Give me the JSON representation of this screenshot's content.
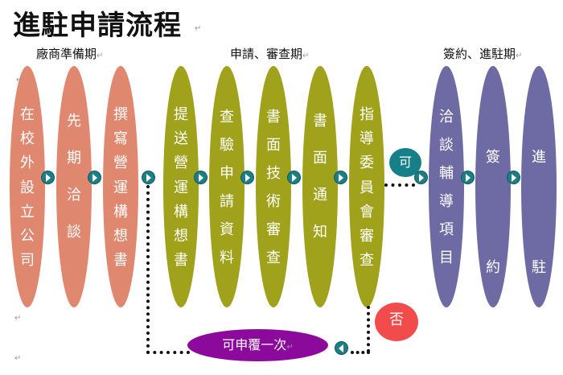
{
  "title": "進駐申請流程",
  "phases": [
    {
      "label": "廠商準備期"
    },
    {
      "label": "申請、審查期"
    },
    {
      "label": "簽約、進駐期"
    }
  ],
  "colors": {
    "prep": "#e0886f",
    "review": "#a0a21b",
    "signing": "#6e6aa4",
    "arrow": "#1d7f84",
    "approve": "#177f87",
    "reject": "#f24b4b",
    "resubmit": "#8b0a9c"
  },
  "steps": [
    {
      "text": "在\n校\n外\n設\n立\n公\n司",
      "phase": "prep"
    },
    {
      "text": "先\n期\n洽\n談",
      "phase": "prep"
    },
    {
      "text": "撰\n寫\n營\n運\n構\n想\n書",
      "phase": "prep"
    },
    {
      "text": "提\n送\n營\n運\n構\n想\n書",
      "phase": "review"
    },
    {
      "text": "查\n驗\n申\n請\n資\n料",
      "phase": "review"
    },
    {
      "text": "書\n面\n技\n術\n審\n查",
      "phase": "review"
    },
    {
      "text": "書\n面\n通\n知",
      "phase": "review"
    },
    {
      "text": "指\n導\n委\n員\n會\n審\n查",
      "phase": "review"
    },
    {
      "text": "洽\n談\n輔\n導\n項\n目",
      "phase": "signing"
    },
    {
      "text": "簽\n約",
      "phase": "signing"
    },
    {
      "text": "進\n駐",
      "phase": "signing"
    }
  ],
  "decisions": {
    "approve": "可",
    "reject": "否",
    "resubmit": "可申覆一次"
  }
}
